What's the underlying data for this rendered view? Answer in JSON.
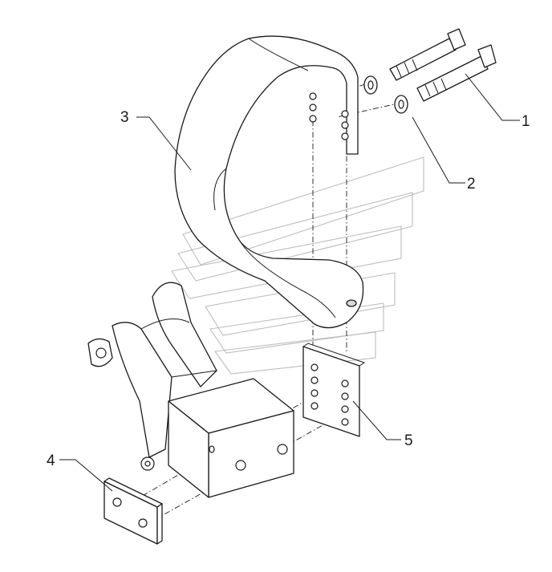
{
  "diagram": {
    "callouts": [
      {
        "id": "1",
        "label": "1"
      },
      {
        "id": "2",
        "label": "2"
      },
      {
        "id": "3",
        "label": "3"
      },
      {
        "id": "4",
        "label": "4"
      },
      {
        "id": "5",
        "label": "5"
      }
    ],
    "parts": {
      "1": "bolt",
      "2": "washer",
      "3": "spring-tine",
      "4": "clamp-plate",
      "5": "mounting-plate"
    },
    "colors": {
      "line": "#1a1a1a",
      "shade": "#d8d8d8",
      "watermark": "#bdbdbd"
    }
  }
}
